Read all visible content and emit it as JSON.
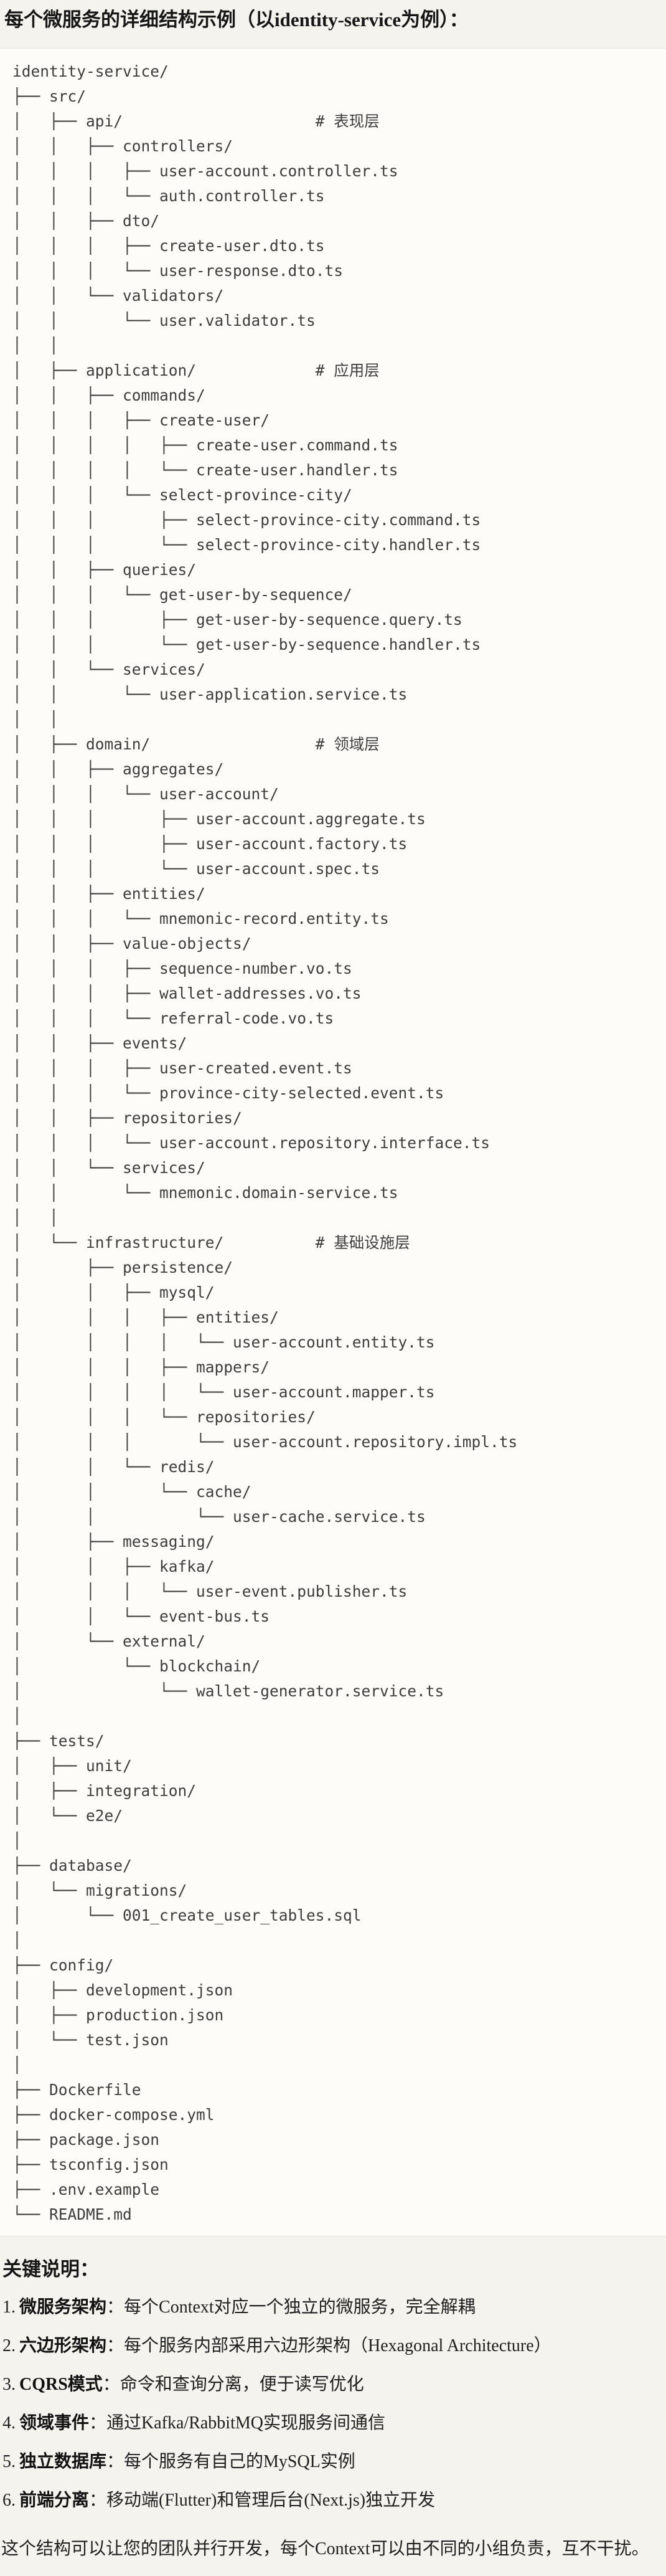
{
  "page": {
    "title": "每个微服务的详细结构示例（以identity-service为例）：",
    "notes_heading": "关键说明：",
    "closing": "这个结构可以让您的团队并行开发，每个Context可以由不同的小组负责，互不干扰。"
  },
  "theme": {
    "page_bg": "#f5f3ee",
    "code_bg": "#fdfcf8",
    "border": "#e7e4dd",
    "tree_text": "#3d3d3d"
  },
  "code_block": {
    "root": "identity-service/",
    "layer_comments": [
      "# 表现层",
      "# 应用层",
      "# 领域层",
      "# 基础设施层"
    ],
    "lines": [
      "identity-service/",
      "├── src/",
      "│   ├── api/                     # 表现层",
      "│   │   ├── controllers/",
      "│   │   │   ├── user-account.controller.ts",
      "│   │   │   └── auth.controller.ts",
      "│   │   ├── dto/",
      "│   │   │   ├── create-user.dto.ts",
      "│   │   │   └── user-response.dto.ts",
      "│   │   └── validators/",
      "│   │       └── user.validator.ts",
      "│   │",
      "│   ├── application/             # 应用层",
      "│   │   ├── commands/",
      "│   │   │   ├── create-user/",
      "│   │   │   │   ├── create-user.command.ts",
      "│   │   │   │   └── create-user.handler.ts",
      "│   │   │   └── select-province-city/",
      "│   │   │       ├── select-province-city.command.ts",
      "│   │   │       └── select-province-city.handler.ts",
      "│   │   ├── queries/",
      "│   │   │   └── get-user-by-sequence/",
      "│   │   │       ├── get-user-by-sequence.query.ts",
      "│   │   │       └── get-user-by-sequence.handler.ts",
      "│   │   └── services/",
      "│   │       └── user-application.service.ts",
      "│   │",
      "│   ├── domain/                  # 领域层",
      "│   │   ├── aggregates/",
      "│   │   │   └── user-account/",
      "│   │   │       ├── user-account.aggregate.ts",
      "│   │   │       ├── user-account.factory.ts",
      "│   │   │       └── user-account.spec.ts",
      "│   │   ├── entities/",
      "│   │   │   └── mnemonic-record.entity.ts",
      "│   │   ├── value-objects/",
      "│   │   │   ├── sequence-number.vo.ts",
      "│   │   │   ├── wallet-addresses.vo.ts",
      "│   │   │   └── referral-code.vo.ts",
      "│   │   ├── events/",
      "│   │   │   ├── user-created.event.ts",
      "│   │   │   └── province-city-selected.event.ts",
      "│   │   ├── repositories/",
      "│   │   │   └── user-account.repository.interface.ts",
      "│   │   └── services/",
      "│   │       └── mnemonic.domain-service.ts",
      "│   │",
      "│   └── infrastructure/          # 基础设施层",
      "│       ├── persistence/",
      "│       │   ├── mysql/",
      "│       │   │   ├── entities/",
      "│       │   │   │   └── user-account.entity.ts",
      "│       │   │   ├── mappers/",
      "│       │   │   │   └── user-account.mapper.ts",
      "│       │   │   └── repositories/",
      "│       │   │       └── user-account.repository.impl.ts",
      "│       │   └── redis/",
      "│       │       └── cache/",
      "│       │           └── user-cache.service.ts",
      "│       ├── messaging/",
      "│       │   ├── kafka/",
      "│       │   │   └── user-event.publisher.ts",
      "│       │   └── event-bus.ts",
      "│       └── external/",
      "│           └── blockchain/",
      "│               └── wallet-generator.service.ts",
      "│",
      "├── tests/",
      "│   ├── unit/",
      "│   ├── integration/",
      "│   └── e2e/",
      "│",
      "├── database/",
      "│   └── migrations/",
      "│       └── 001_create_user_tables.sql",
      "│",
      "├── config/",
      "│   ├── development.json",
      "│   ├── production.json",
      "│   └── test.json",
      "│",
      "├── Dockerfile",
      "├── docker-compose.yml",
      "├── package.json",
      "├── tsconfig.json",
      "├── .env.example",
      "└── README.md"
    ]
  },
  "notes": {
    "items": [
      {
        "num": "1.",
        "term": "微服务架构",
        "desc": "：每个Context对应一个独立的微服务，完全解耦"
      },
      {
        "num": "2.",
        "term": "六边形架构",
        "desc": "：每个服务内部采用六边形架构（Hexagonal Architecture）"
      },
      {
        "num": "3.",
        "term": "CQRS模式",
        "desc": "：命令和查询分离，便于读写优化"
      },
      {
        "num": "4.",
        "term": "领域事件",
        "desc": "：通过Kafka/RabbitMQ实现服务间通信"
      },
      {
        "num": "5.",
        "term": "独立数据库",
        "desc": "：每个服务有自己的MySQL实例"
      },
      {
        "num": "6.",
        "term": "前端分离",
        "desc": "：移动端(Flutter)和管理后台(Next.js)独立开发"
      }
    ]
  }
}
